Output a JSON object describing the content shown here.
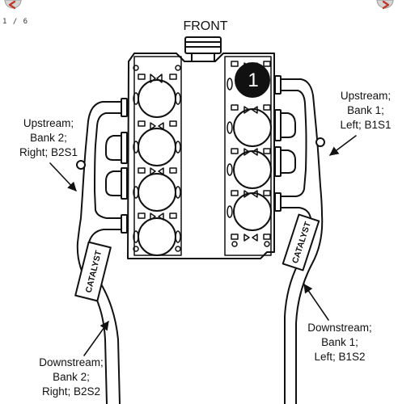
{
  "viewer": {
    "counter": "1 / 6",
    "prev_icon": "chevron-left-icon",
    "next_icon": "chevron-right-icon",
    "accent": "#d5d5d5"
  },
  "diagram": {
    "front_label": "FRONT",
    "cylinder_marker": "1",
    "catalyst_label": "CATALYST",
    "labels": {
      "up_b2": [
        "Upstream;",
        "Bank 2;",
        "Right; B2S1"
      ],
      "up_b1": [
        "Upstream;",
        "Bank 1;",
        "Left; B1S1"
      ],
      "down_b1": [
        "Downstream;",
        "Bank 1;",
        "Left; B1S2"
      ],
      "down_b2": [
        "Downstream;",
        "Bank 2;",
        "Right; B2S2"
      ]
    }
  }
}
